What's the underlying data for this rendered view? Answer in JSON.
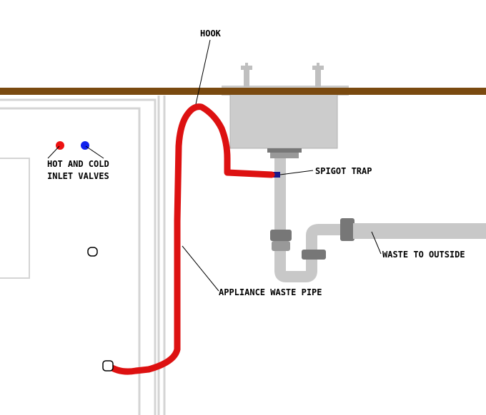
{
  "labels": {
    "hook": "HOOK",
    "inlet_line1": "HOT AND COLD",
    "inlet_line2": "INLET VALVES",
    "spigot_trap": "SPIGOT TRAP",
    "waste_outside": "WASTE TO OUTSIDE",
    "appliance_waste": "APPLIANCE WASTE PIPE"
  },
  "colors": {
    "worktop": "#7a4a10",
    "waste_hose": "#dd1111",
    "pipe": "#c8c8c8",
    "pipe_fitting": "#777777",
    "sink": "#cccccc",
    "hot_valve": "#ee1111",
    "cold_valve": "#1122ee",
    "appliance_outline": "#d4d4d4"
  },
  "icons": [
    "hot-valve-icon",
    "cold-valve-icon",
    "tap-icon",
    "door-knob-icon"
  ]
}
